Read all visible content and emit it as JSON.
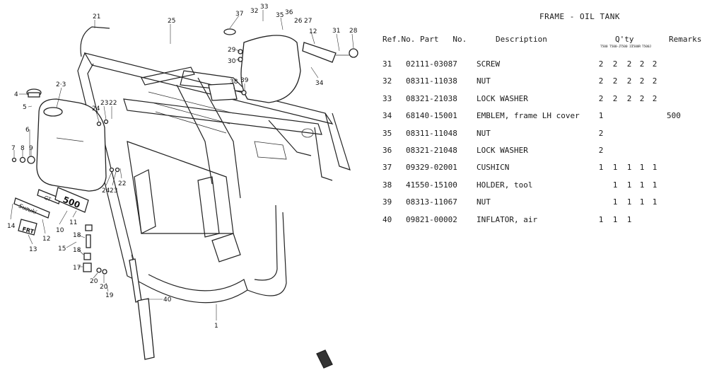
{
  "sheet": {
    "title": "FRAME - OIL TANK",
    "columns": {
      "ref_no": "Ref.No.",
      "part_no": "Part   No.",
      "description": "Description",
      "qty": "Q'ty",
      "remarks": "Remarks"
    },
    "model_codes": [
      "T500",
      "T500-J",
      "T500 II",
      "T500R",
      "T500J"
    ],
    "rows": [
      {
        "ref": "31",
        "part": "02111-03087",
        "desc": "SCREW",
        "qty": [
          "2",
          "2",
          "2",
          "2",
          "2"
        ],
        "remarks": ""
      },
      {
        "ref": "32",
        "part": "08311-11038",
        "desc": "NUT",
        "qty": [
          "2",
          "2",
          "2",
          "2",
          "2"
        ],
        "remarks": ""
      },
      {
        "ref": "33",
        "part": "08321-21038",
        "desc": "LOCK WASHER",
        "qty": [
          "2",
          "2",
          "2",
          "2",
          "2"
        ],
        "remarks": ""
      },
      {
        "ref": "34",
        "part": "68140-15001",
        "desc": "EMBLEM, frame LH cover",
        "qty": [
          "1",
          "",
          "",
          "",
          ""
        ],
        "remarks": "500"
      },
      {
        "ref": "35",
        "part": "08311-11048",
        "desc": "NUT",
        "qty": [
          "2",
          "",
          "",
          "",
          ""
        ],
        "remarks": ""
      },
      {
        "ref": "36",
        "part": "08321-21048",
        "desc": "LOCK WASHER",
        "qty": [
          "2",
          "",
          "",
          "",
          ""
        ],
        "remarks": ""
      },
      {
        "ref": "37",
        "part": "09329-02001",
        "desc": "CUSHICN",
        "qty": [
          "1",
          "1",
          "1",
          "1",
          "1"
        ],
        "remarks": ""
      },
      {
        "ref": "38",
        "part": "41550-15100",
        "desc": "HOLDER, tool",
        "qty": [
          "",
          "1",
          "1",
          "1",
          "1"
        ],
        "remarks": ""
      },
      {
        "ref": "39",
        "part": "08313-11067",
        "desc": "NUT",
        "qty": [
          "",
          "1",
          "1",
          "1",
          "1"
        ],
        "remarks": ""
      },
      {
        "ref": "40",
        "part": "09821-00002",
        "desc": "INFLATOR, air",
        "qty": [
          "1",
          "1",
          "1",
          "",
          ""
        ],
        "remarks": ""
      }
    ]
  },
  "diagram": {
    "callouts": {
      "c21": "21",
      "c25": "25",
      "c37": "37",
      "c32": "32",
      "c33": "33",
      "c35": "35",
      "c36": "36",
      "c26": "26",
      "c27": "27",
      "c12a": "12",
      "c31": "31",
      "c28": "28",
      "c29": "29",
      "c30": "30",
      "c38": "38",
      "c39": "39",
      "c34": "34",
      "c4": "4",
      "c23": "2·3",
      "c5": "5",
      "c24a": "24",
      "c23a": "23",
      "c22a": "22",
      "c6": "6",
      "c7": "7",
      "c8": "8",
      "c9": "9",
      "c24b": "24",
      "c23b": "23",
      "c22b": "22",
      "c14": "14",
      "c12b": "12",
      "c10": "10",
      "c11": "11",
      "c13": "13",
      "c18a": "18",
      "c18b": "18",
      "c15": "15",
      "c17": "17",
      "c20a": "20",
      "c20b": "20",
      "c19": "19",
      "c40": "40",
      "c1": "1"
    },
    "labels": {
      "emblem_big_text": "500",
      "emblem_small_text": "GT",
      "emblem_script_text": "Suzuki",
      "plate_text": "FRT"
    }
  }
}
